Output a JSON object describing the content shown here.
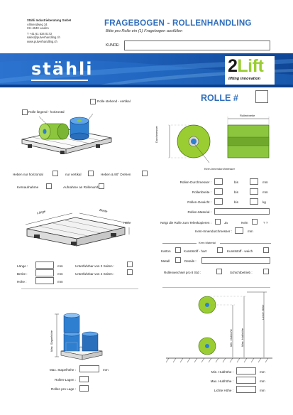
{
  "company": {
    "name": "Stähli Industrieberatung GmbH",
    "street": "Allmendweg 34",
    "city": "CH-4040 Laufen",
    "phone": "T +41 61 534 0172",
    "email": "sales@pulverhandling.ch",
    "web": "www.pulverhandling.ch"
  },
  "header": {
    "title": "FRAGEBOGEN - ROLLENHANDLING",
    "subtitle": "Bitte pro Rolle ein (1) Fragebogen ausfüllen",
    "kunde_label": "KUNDE:",
    "kunde_value": ""
  },
  "banner": {
    "logo_left": "stähli",
    "logo_right": "2Lift",
    "logo_right_tagline": "lifting innovation",
    "colors": {
      "banner_blue": "#1f5fb6",
      "banner_dark": "#0d3f8a",
      "lime": "#9acd32",
      "accent_blue": "#2f6ebd"
    }
  },
  "rolle": {
    "label": "ROLLE #",
    "value": ""
  },
  "roll_orientation": {
    "legend": "Rolle liegend - horizontal",
    "stehend": "Rolle stehend - vertikal"
  },
  "roll_diagram": {
    "durchmesser": "Durchmesser",
    "rollenbreite": "Rollenbreite",
    "kern": "Kern-Innendurchmesser"
  },
  "handling": {
    "heben_horizontal": "Heben nur horizontal",
    "nur_vertikal": "nur vertikal",
    "heben_90": "Heben & 90° Drehen",
    "kernaufnahme": "Kernaufnahme",
    "aufnahme_umfang": "Aufnahme an Rollenumfang"
  },
  "roll_specs": {
    "durchmesser": {
      "label": "Rollen-Durchmesser :",
      "bis": "bis",
      "unit": "mm"
    },
    "breite": {
      "label": "Rollenbreite :",
      "bis": "bis",
      "unit": "mm"
    },
    "gewicht": {
      "label": "Rollen-Gewicht :",
      "bis": "bis",
      "unit": "kg"
    },
    "material": {
      "label": "Rollen-Material :"
    },
    "teleskop": {
      "label": "Neigt die Rolle zum Teleskopieren :",
      "ja": "Ja",
      "nein": "Nein",
      "unknown": "? ?"
    },
    "kern_innen": {
      "label": "Kern-Innendurchmesser :",
      "unit": "mm"
    }
  },
  "kern_material": {
    "heading": "Kern Material",
    "karton": "Karton",
    "kunststoff_hart": "Kunststoff - hart",
    "kunststoff_weich": "Kunststoff - weich",
    "metall": "Metall",
    "details": "Details :",
    "rollenwechsel": "Rollenwechsel pro 8 Std :",
    "schichtbetrieb": "Schichtbetrieb :"
  },
  "pallet": {
    "laenge_tag": "Länge",
    "breite_tag": "Breite",
    "hoehe_tag": "Höhe",
    "laenge": {
      "label": "Länge :",
      "unit": "mm"
    },
    "breite": {
      "label": "Breite :",
      "unit": "mm"
    },
    "hoehe": {
      "label": "Höhe :",
      "unit": "mm"
    },
    "unterfahrbar_2": "Unterfahrbar von 2 Seiten :",
    "unterfahrbar_4": "Unterfahrbar von 4 Seiten :"
  },
  "stack": {
    "max_stapelhoehe_tag": "Max. Stapelhöhe",
    "max_stapelhoehe": {
      "label": "Max. Stapelhöhe :",
      "unit": "mm"
    },
    "rollen_lagen": "Rollen-Lagen :",
    "rollen_pro_lage": "Rollen pro Lage :"
  },
  "lift": {
    "min_tag": "Min. Hubhöhe",
    "max_tag": "Max. Hubhöhe",
    "licht_tag": "Lichte Höhe",
    "min": {
      "label": "Min. Hubhöhe :",
      "unit": "mm"
    },
    "max": {
      "label": "Max. Hubhöhe :",
      "unit": "mm"
    },
    "licht": {
      "label": "Lichte Höhe :",
      "unit": "mm"
    }
  }
}
